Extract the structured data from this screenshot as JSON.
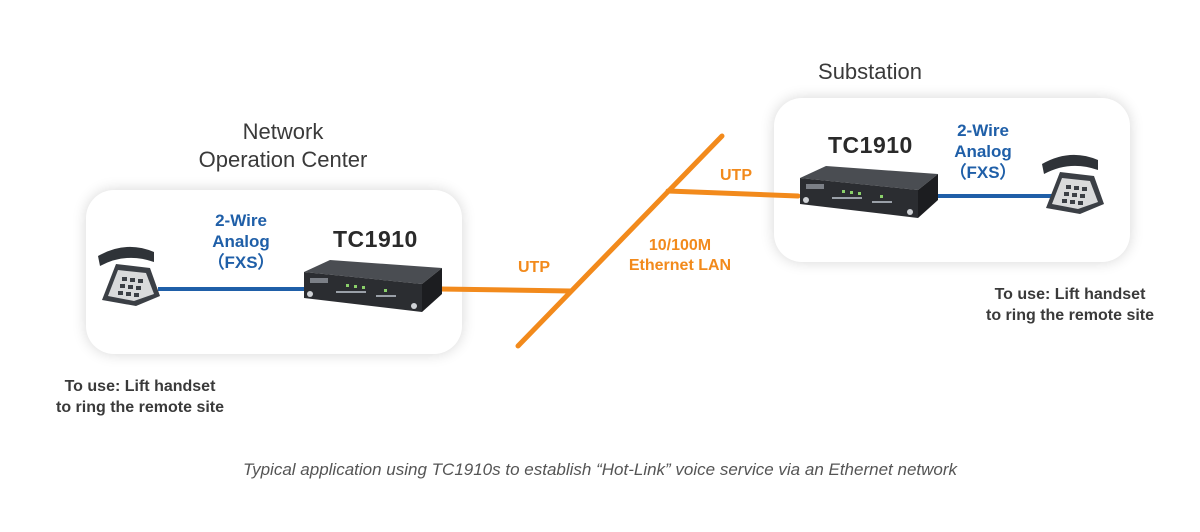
{
  "sites": {
    "noc": {
      "title_line1": "Network",
      "title_line2": "Operation Center",
      "model": "TC1910",
      "wire_line1": "2-Wire",
      "wire_line2": "Analog",
      "wire_line3": "（FXS）",
      "note_line1": "To use: Lift handset",
      "note_line2": "to ring the remote site"
    },
    "substation": {
      "title": "Substation",
      "model": "TC1910",
      "wire_line1": "2-Wire",
      "wire_line2": "Analog",
      "wire_line3": "（FXS）",
      "note_line1": "To use: Lift handset",
      "note_line2": "to ring the remote site"
    }
  },
  "network": {
    "utp_left": "UTP",
    "utp_right": "UTP",
    "lan_line1": "10/100M",
    "lan_line2": "Ethernet LAN"
  },
  "caption": "Typical application using TC1910s to establish “Hot-Link” voice service via an Ethernet network",
  "colors": {
    "analog_line": "#1f5fa8",
    "utp_line": "#f28a1c"
  }
}
